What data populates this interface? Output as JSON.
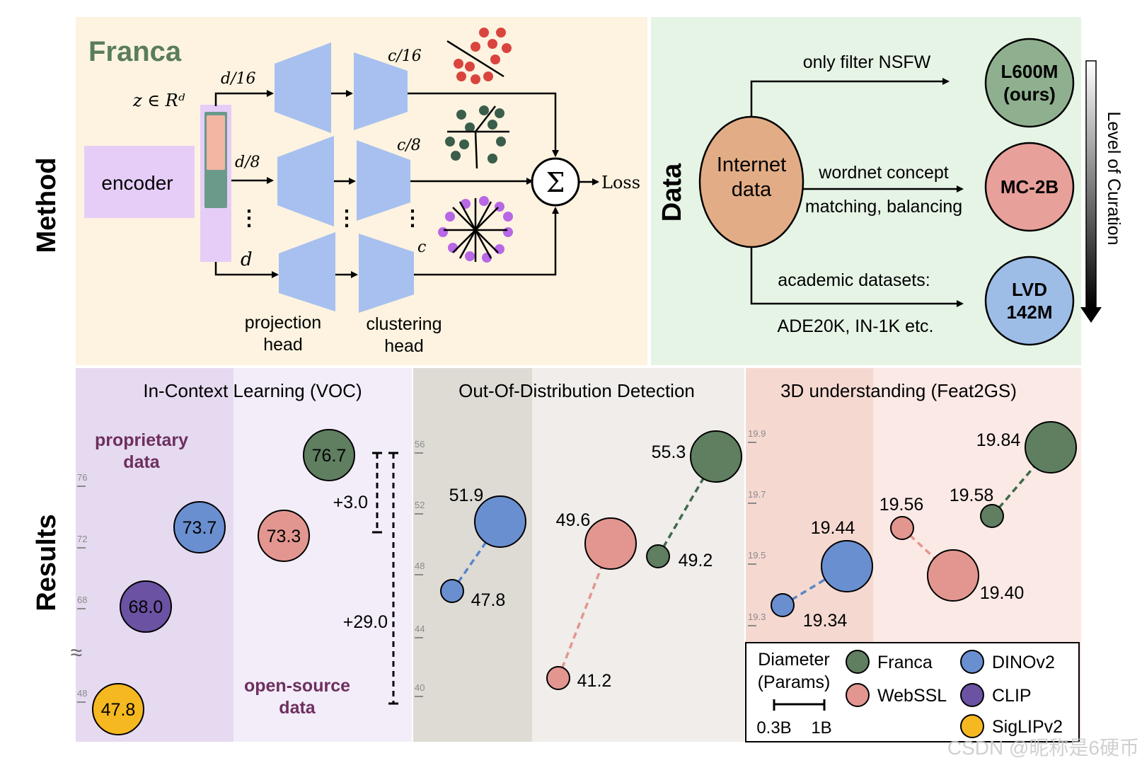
{
  "side_labels": {
    "method": "Method",
    "results": "Results",
    "data": "Data"
  },
  "method": {
    "title": "Franca",
    "z_label": "z ∈ Rᵈ",
    "encoder": "encoder",
    "branches": [
      {
        "dim": "d/16",
        "clusters": "c/16"
      },
      {
        "dim": "d/8",
        "clusters": "c/8"
      },
      {
        "dim": "d",
        "clusters": "c"
      }
    ],
    "ellipsis": "⋮",
    "sum_symbol": "Σ",
    "loss": "Loss",
    "projection_head": [
      "projection",
      "head"
    ],
    "clustering_head": [
      "clustering",
      "head"
    ]
  },
  "data_panel": {
    "source": [
      "Internet",
      "data"
    ],
    "paths": [
      {
        "label_top": "only filter NSFW",
        "label_bottom": "",
        "target": [
          "L600M",
          "(ours)"
        ],
        "color": "#8fb08f"
      },
      {
        "label_top": "wordnet concept",
        "label_bottom": "matching, balancing",
        "target": [
          "MC-2B"
        ],
        "color": "#e8a09a"
      },
      {
        "label_top": "academic datasets:",
        "label_bottom": "ADE20K, IN-1K etc.",
        "target": [
          "LVD",
          "142M"
        ],
        "color": "#9dbde6"
      }
    ],
    "curation_label": "Level of Curation"
  },
  "results": {
    "icl": {
      "title": "In-Context Learning (VOC)",
      "proprietary": [
        "proprietary",
        "data"
      ],
      "open_source": [
        "open-source",
        "data"
      ],
      "ticks": [
        "76",
        "72",
        "68",
        "48"
      ],
      "break_symbol": "≈",
      "points": [
        {
          "model": "DINOv2",
          "value": "73.7",
          "color": "#6a8fd0"
        },
        {
          "model": "CLIP",
          "value": "68.0",
          "color": "#6b52a3"
        },
        {
          "model": "SigLIPv2",
          "value": "47.8",
          "color": "#f5b820"
        },
        {
          "model": "Franca",
          "value": "76.7",
          "color": "#5f7f60"
        },
        {
          "model": "WebSSL",
          "value": "73.3",
          "color": "#e39690"
        }
      ],
      "deltas": [
        "+3.0",
        "+29.0"
      ]
    },
    "ood": {
      "title": "Out-Of-Distribution Detection",
      "ticks": [
        "56",
        "52",
        "48",
        "44",
        "40"
      ],
      "points": [
        {
          "model": "DINOv2",
          "value": "51.9"
        },
        {
          "model": "DINOv2",
          "value": "47.8"
        },
        {
          "model": "WebSSL",
          "value": "49.6"
        },
        {
          "model": "WebSSL",
          "value": "41.2"
        },
        {
          "model": "Franca",
          "value": "55.3"
        },
        {
          "model": "Franca",
          "value": "49.2"
        }
      ]
    },
    "feat2gs": {
      "title": "3D understanding (Feat2GS)",
      "ticks": [
        "19.9",
        "19.7",
        "19.5",
        "19.3"
      ],
      "points": [
        {
          "model": "Franca",
          "value": "19.84"
        },
        {
          "model": "Franca",
          "value": "19.58"
        },
        {
          "model": "WebSSL",
          "value": "19.56"
        },
        {
          "model": "WebSSL",
          "value": "19.40"
        },
        {
          "model": "DINOv2",
          "value": "19.44"
        },
        {
          "model": "DINOv2",
          "value": "19.34"
        }
      ]
    },
    "legend": {
      "diameter": [
        "Diameter",
        "(Params)"
      ],
      "scale": [
        "0.3B",
        "1B"
      ],
      "items": [
        "Franca",
        "WebSSL",
        "DINOv2",
        "CLIP",
        "SigLIPv2"
      ]
    }
  },
  "watermark": "CSDN @昵称是6硬币"
}
